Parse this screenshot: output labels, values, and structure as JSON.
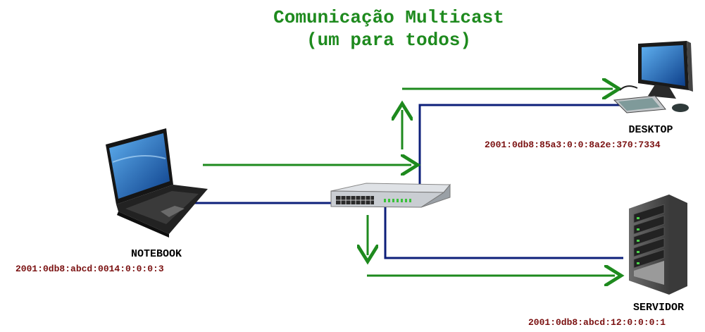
{
  "title": {
    "line1": "Comunicação Multicast",
    "line2": "(um para todos)"
  },
  "colors": {
    "title": "#1e8a1e",
    "arrow": "#1e8a1e",
    "link": "#0d1f7a",
    "address": "#7a1010"
  },
  "devices": {
    "notebook": {
      "name": "NOTEBOOK",
      "address": "2001:0db8:abcd:0014:0:0:0:3",
      "icon": "laptop-icon"
    },
    "switch": {
      "icon": "network-switch-icon"
    },
    "desktop": {
      "name": "DESKTOP",
      "address": "2001:0db8:85a3:0:0:8a2e:370:7334",
      "icon": "desktop-computer-icon"
    },
    "servidor": {
      "name": "SERVIDOR",
      "address": "2001:0db8:abcd:12:0:0:0:1",
      "icon": "server-rack-icon"
    }
  }
}
